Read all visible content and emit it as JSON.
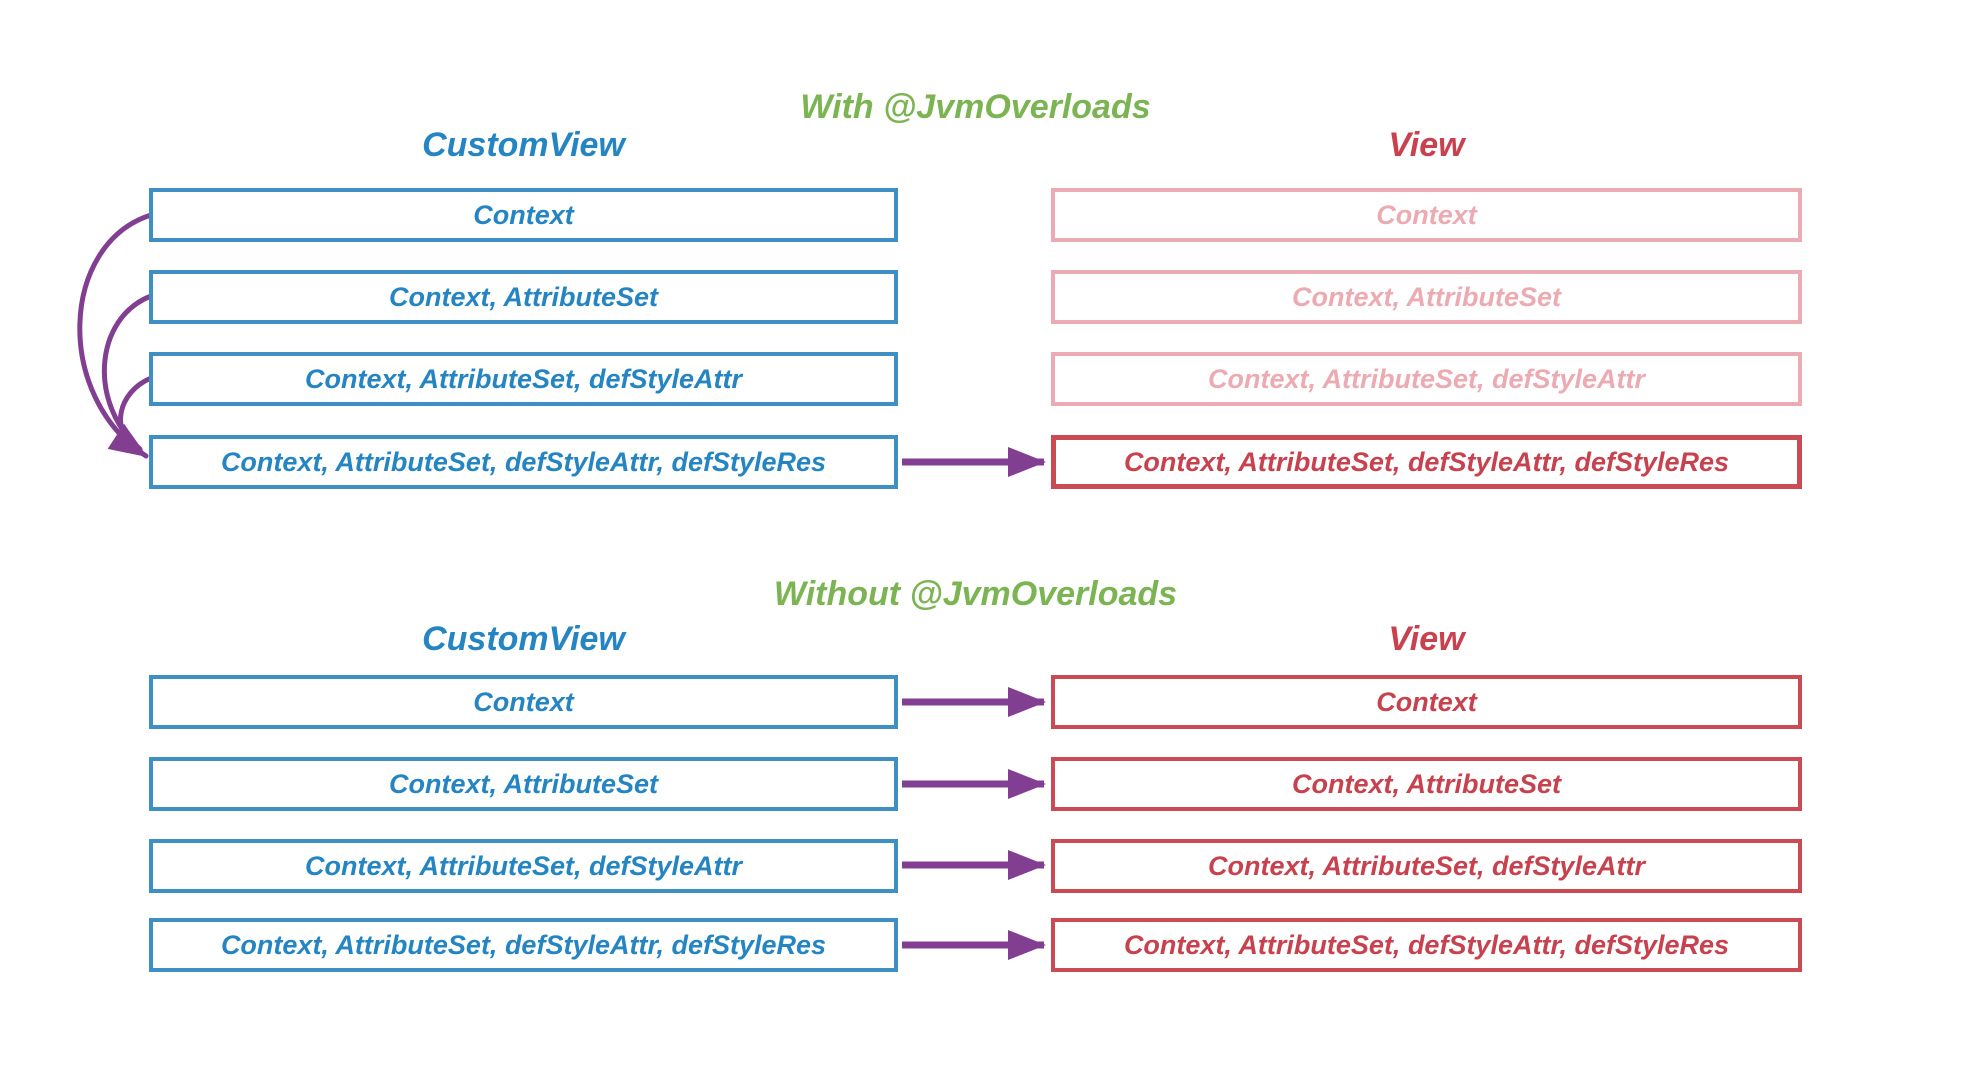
{
  "colors": {
    "blue_text": "#2585c2",
    "blue_border": "#3d8fc4",
    "red_text": "#c7424e",
    "red_border": "#cb4a54",
    "pink_faded": "#ecaab2",
    "green_title": "#7cb454",
    "purple_arrow": "#823e90",
    "background": "#ffffff"
  },
  "sections": [
    {
      "title": "With @JvmOverloads",
      "left": {
        "header": "CustomView",
        "rows": [
          "Context",
          "Context, AttributeSet",
          "Context, AttributeSet, defStyleAttr",
          "Context, AttributeSet, defStyleAttr, defStyleRes"
        ]
      },
      "right": {
        "header": "View",
        "rows": [
          "Context",
          "Context, AttributeSet",
          "Context, AttributeSet, defStyleAttr",
          "Context, AttributeSet, defStyleAttr, defStyleRes"
        ],
        "faded_rows": "0,1,2",
        "active_row": "3"
      },
      "arrows": {
        "curved_redirects": "rows 1-3 redirect to row 4 on CustomView side",
        "horizontal_calls": "row 4 only"
      }
    },
    {
      "title": "Without @JvmOverloads",
      "left": {
        "header": "CustomView",
        "rows": [
          "Context",
          "Context, AttributeSet",
          "Context, AttributeSet, defStyleAttr",
          "Context, AttributeSet, defStyleAttr, defStyleRes"
        ]
      },
      "right": {
        "header": "View",
        "rows": [
          "Context",
          "Context, AttributeSet",
          "Context, AttributeSet, defStyleAttr",
          "Context, AttributeSet, defStyleAttr, defStyleRes"
        ],
        "faded_rows": "",
        "active_row": "0,1,2,3"
      },
      "arrows": {
        "horizontal_calls": "each row maps straight across"
      }
    }
  ]
}
